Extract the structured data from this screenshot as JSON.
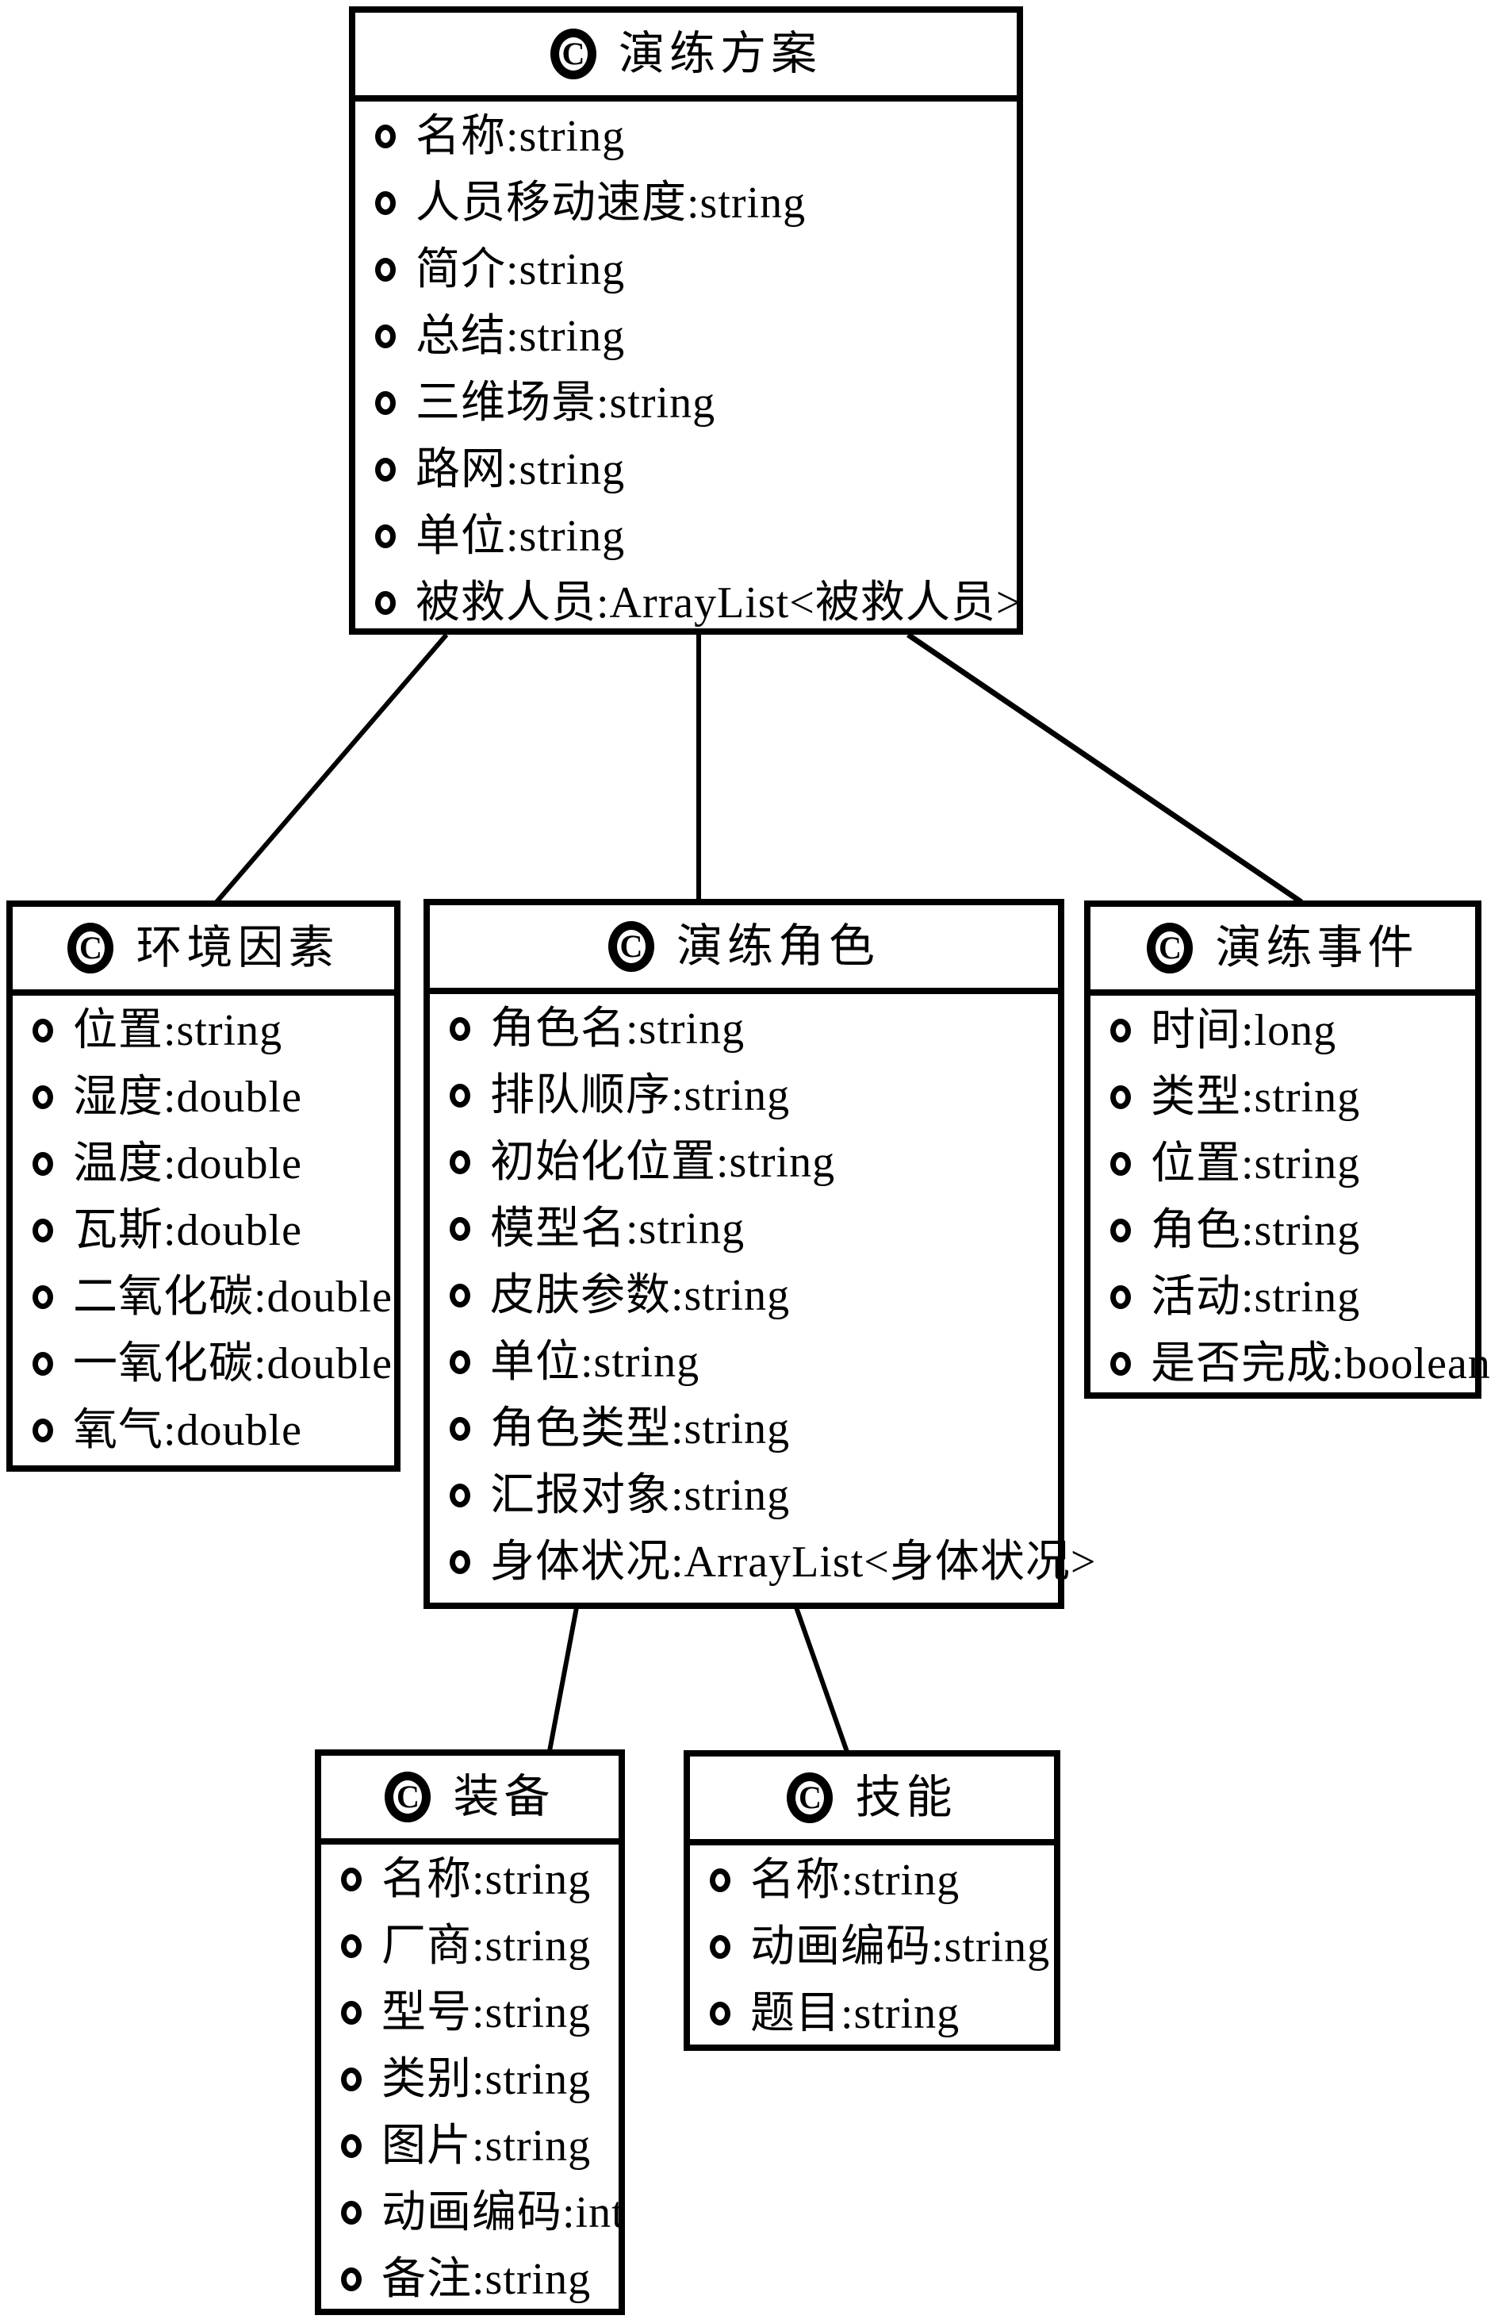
{
  "diagram": {
    "type": "uml-class-diagram",
    "colors": {
      "foreground": "#000000",
      "background": "#ffffff"
    },
    "icons": {
      "class_icon_glyph": "C",
      "attribute_icon": "public-attribute-ring"
    }
  },
  "classes": [
    {
      "name": "演练方案",
      "attributes": [
        "名称:string",
        "人员移动速度:string",
        "简介:string",
        "总结:string",
        "三维场景:string",
        "路网:string",
        "单位:string",
        "被救人员:ArrayList<被救人员>"
      ]
    },
    {
      "name": "环境因素",
      "attributes": [
        "位置:string",
        "湿度:double",
        "温度:double",
        "瓦斯:double",
        "二氧化碳:double",
        "一氧化碳:double",
        "氧气:double"
      ]
    },
    {
      "name": "演练角色",
      "attributes": [
        "角色名:string",
        "排队顺序:string",
        "初始化位置:string",
        "模型名:string",
        "皮肤参数:string",
        "单位:string",
        "角色类型:string",
        "汇报对象:string",
        "身体状况:ArrayList<身体状况>"
      ]
    },
    {
      "name": "演练事件",
      "attributes": [
        "时间:long",
        "类型:string",
        "位置:string",
        "角色:string",
        "活动:string",
        "是否完成:boolean"
      ]
    },
    {
      "name": "装备",
      "attributes": [
        "名称:string",
        "厂商:string",
        "型号:string",
        "类别:string",
        "图片:string",
        "动画编码:int",
        "备注:string"
      ]
    },
    {
      "name": "技能",
      "attributes": [
        "名称:string",
        "动画编码:string",
        "题目:string"
      ]
    }
  ],
  "relations": [
    {
      "from": "演练方案",
      "to": "环境因素"
    },
    {
      "from": "演练方案",
      "to": "演练角色"
    },
    {
      "from": "演练方案",
      "to": "演练事件"
    },
    {
      "from": "演练角色",
      "to": "装备"
    },
    {
      "from": "演练角色",
      "to": "技能"
    }
  ]
}
